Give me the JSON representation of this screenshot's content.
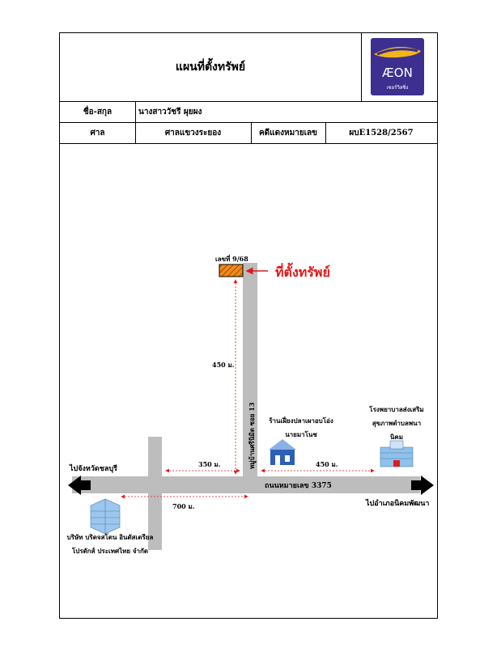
{
  "header": {
    "title": "แผนที่ตั้งทรัพย์",
    "logo_text": "ÆON",
    "logo_sub": "เซอร์วิสซิ่ง"
  },
  "info": {
    "name_label": "ชื่อ-สกุล",
    "name_value": "นางสาววัชรี ผุยผง",
    "court_label": "ศาล",
    "court_value": "ศาลแขวงระยอง",
    "case_label": "คดีแดงหมายเลข",
    "case_value": "ผบE1528/2567"
  },
  "map": {
    "property_number": "เลขที่ 9/68",
    "property_label": "ที่ตั้งทรัพย์",
    "dist_450_vertical": "450 ม.",
    "dist_350": "350 ม.",
    "dist_450_right": "450 ม.",
    "dist_700": "700 ม.",
    "soi_label": "หมู่บ้านศรีนิมิต ซอย 13",
    "main_road": "ถนนหมายเลข 3375",
    "to_left": "ไปจังหวัดชลบุรี",
    "to_right": "ไปอำเภอนิคมพัฒนา",
    "hospital": [
      "โรงพยาบาลส่งเสริม",
      "สุขภาพตำบลพนา",
      "นิคม"
    ],
    "shop": [
      "ร้านเฝี่ยงปลาเผาอบโอ่ง",
      "นายมาโนช"
    ],
    "company": [
      "บริษัท บริดจสโตน อินดัสเตรียล",
      "โปรดักส์ ประเทศไทย จำกัด"
    ]
  },
  "colors": {
    "road": "#bdbdbd",
    "accent_red": "#e01b1b",
    "logo_bg": "#3c2f8f",
    "logo_swoosh": "#f2b51b",
    "property_fill": "#f28a1b"
  }
}
